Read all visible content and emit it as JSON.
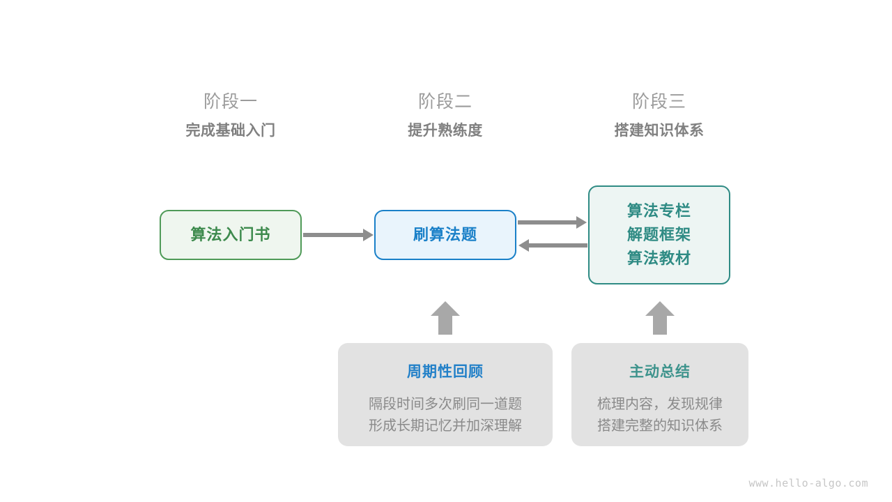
{
  "diagram": {
    "stages": [
      {
        "title": "阶段一",
        "subtitle": "完成基础入门"
      },
      {
        "title": "阶段二",
        "subtitle": "提升熟练度"
      },
      {
        "title": "阶段三",
        "subtitle": "搭建知识体系"
      }
    ],
    "nodes": [
      {
        "id": "intro-book",
        "label": "算法入门书",
        "color": "#3d8a4d"
      },
      {
        "id": "practice-problems",
        "label": "刷算法题",
        "color": "#1a80c8"
      },
      {
        "id": "knowledge-resources",
        "lines": [
          "算法专栏",
          "解题框架",
          "算法教材"
        ],
        "color": "#2f8b84"
      }
    ],
    "edges": [
      {
        "from": "intro-book",
        "to": "practice-problems",
        "direction": "right"
      },
      {
        "from": "practice-problems",
        "to": "knowledge-resources",
        "direction": "right"
      },
      {
        "from": "knowledge-resources",
        "to": "practice-problems",
        "direction": "left"
      },
      {
        "from": "periodic-review",
        "to": "practice-problems",
        "direction": "up"
      },
      {
        "from": "active-summary",
        "to": "knowledge-resources",
        "direction": "up"
      }
    ],
    "notes": [
      {
        "id": "periodic-review",
        "title": "周期性回顾",
        "title_color": "#2280c8",
        "body_line1": "隔段时间多次刷同一道题",
        "body_line2": "形成长期记忆并加深理解"
      },
      {
        "id": "active-summary",
        "title": "主动总结",
        "title_color": "#3d938c",
        "body_line1": "梳理内容，发现规律",
        "body_line2": "搭建完整的知识体系"
      }
    ],
    "watermark": "www.hello-algo.com",
    "colors": {
      "background": "#ffffff",
      "stage_title": "#9b9b9b",
      "stage_subtitle": "#808080",
      "arrow": "#8d8d8d",
      "block_arrow": "#a8a8a8",
      "note_card": "#e2e2e2",
      "note_body": "#8a8a8a",
      "watermark": "#c6c6c6"
    }
  }
}
